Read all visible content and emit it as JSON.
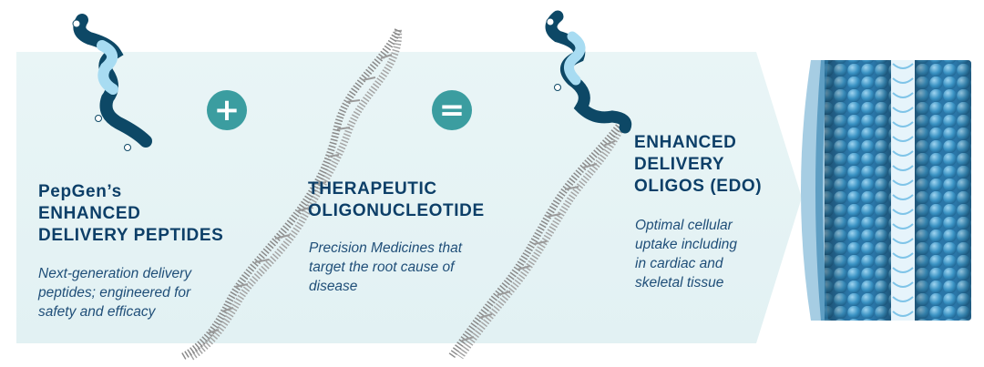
{
  "colors": {
    "panel": "#e7f4f5",
    "accent_teal": "#3b9da0",
    "heading_navy": "#0d3f68",
    "body_blue": "#1f4e78",
    "peptide_dark": "#0d4866",
    "peptide_light": "#a8dcf2",
    "dna_gray": "#8c8c8c",
    "membrane_blue": "#3a93c4"
  },
  "icons": {
    "plus": "plus-icon",
    "equals": "equals-icon",
    "peptide": "peptide-molecule-icon",
    "dna": "dna-helix-icon",
    "membrane": "cell-membrane-icon"
  },
  "operators": {
    "plus": "+",
    "equals": "="
  },
  "columns": [
    {
      "title_lines": [
        "PepGen’s",
        "ENHANCED",
        "DELIVERY PEPTIDES"
      ],
      "desc_lines": [
        "Next-generation delivery",
        "peptides; engineered for",
        "safety and efficacy"
      ]
    },
    {
      "title_lines": [
        "THERAPEUTIC",
        "OLIGONUCLEOTIDE"
      ],
      "desc_lines": [
        "Precision Medicines that",
        "target the root cause of",
        "disease"
      ]
    },
    {
      "title_lines": [
        "ENHANCED",
        "DELIVERY",
        "OLIGOS (EDO)"
      ],
      "desc_lines": [
        "Optimal cellular",
        "uptake including",
        "in cardiac and",
        "skeletal tissue"
      ]
    }
  ]
}
